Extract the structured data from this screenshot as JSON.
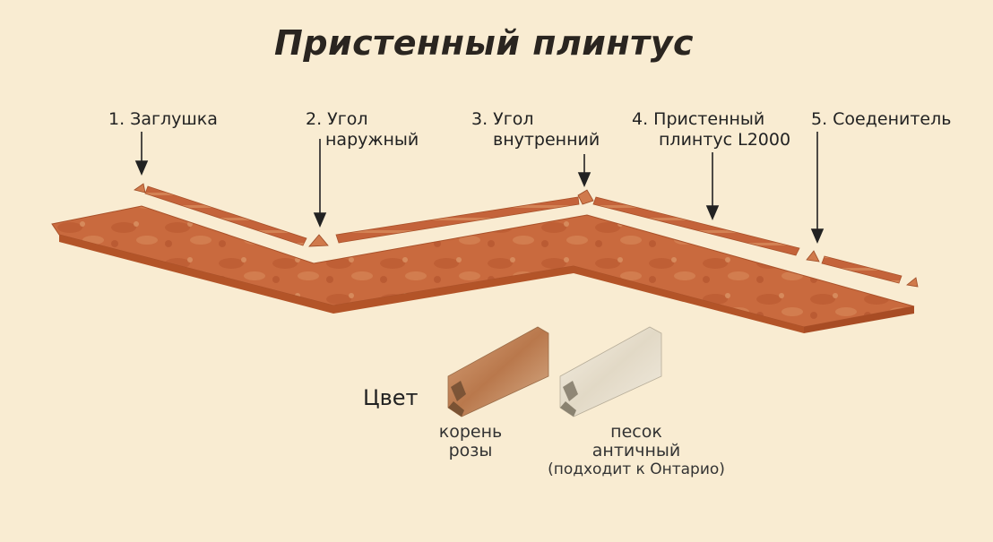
{
  "title": "Пристенный плинтус",
  "parts": [
    {
      "line1": "1. Заглушка",
      "line2": ""
    },
    {
      "line1": "2. Угол",
      "line2": "наружный"
    },
    {
      "line1": "3. Угол",
      "line2": "внутренний"
    },
    {
      "line1": "4. Пристенный",
      "line2": "плинтус L2000"
    },
    {
      "line1": "5. Соеденитель",
      "line2": ""
    }
  ],
  "color_section": {
    "heading": "Цвет",
    "swatches": [
      {
        "line1": "корень",
        "line2": "розы",
        "note": ""
      },
      {
        "line1": "песок",
        "line2": "античный",
        "note": "(подходит к Онтарио)"
      }
    ]
  },
  "colors": {
    "background": "#f9ecd2",
    "countertop": "#c96a3e",
    "countertop_edge": "#b85a30",
    "plinth": "#c4633a",
    "swatch_rose": "#c98a5a",
    "swatch_sand": "#ece5d6"
  }
}
